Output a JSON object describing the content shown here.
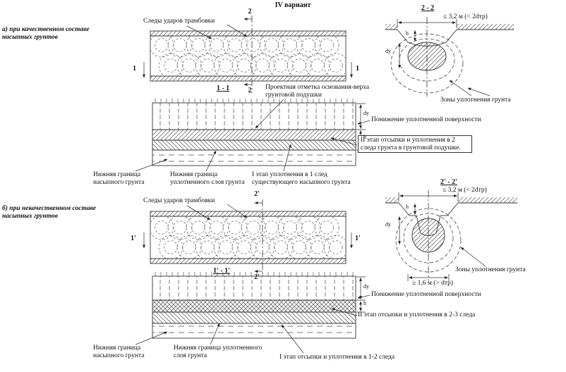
{
  "title": "IV вариант",
  "dims": {
    "h": "h",
    "d": "dу"
  },
  "case_a": {
    "heading": "а) при качественном составе\nнасыпных грунтов",
    "tamper_label": "Следы ударов трамбовки",
    "cut1": "1",
    "cut2": "2",
    "section_title": "1 - 1",
    "design_mark": "Проектная отметка основания-верха грунтовой подушки",
    "detail_title": "2 - 2",
    "detail_width": "≤ 3,2 м (< 2dтр)",
    "zones_label": "Зоны уплотнения грунта",
    "lowering_label": "Понижение уплотненной поверхности",
    "stage2_label": "II этап отсыпки и уплотнения в 2 следа грунта в грунтовой подушке.",
    "lower_fill_label": "Нижняя граница насыпного грунта",
    "lower_compacted_label": "Нижняя граница уплотненного слоя грунта",
    "stage1_label": "I этап уплотнения в 1 след существующего насыпного грунта"
  },
  "case_b": {
    "heading": "б) при некачественном составе\nнасыпных грунтов",
    "tamper_label": "Следы ударов трамбовки",
    "cut1": "1'",
    "cut2": "2'",
    "section_title": "1' - 1'",
    "detail_title": "2' - 2'",
    "detail_width": "≤ 3,2 м (< 2dтр)",
    "detail_lower_width": "≥ 1,6 м (> dтр)",
    "zones_label": "Зоны уплотнения грунта",
    "lowering_label": "Понижение уплотненной поверхности",
    "stage2_label": "II этап отсыпки и уплотнения в 2-3 следа",
    "lower_fill_label": "Нижняя граница насыпного грунта",
    "lower_compacted_label": "Нижняя граница уплотненного слоя грунта",
    "stage1_label": "I этап отсыпки и уплотнения в 1-2 следа"
  }
}
